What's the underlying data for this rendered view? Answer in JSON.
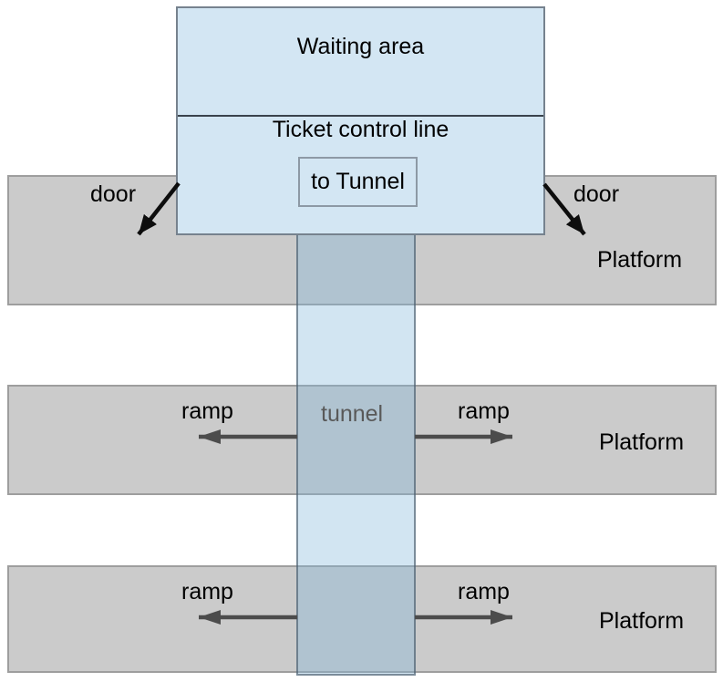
{
  "labels": {
    "waiting_area": "Waiting area",
    "ticket_control_line": "Ticket control line",
    "to_tunnel": "to Tunnel",
    "door_left": "door",
    "door_right": "door",
    "tunnel": "tunnel",
    "ramp_mid_left": "ramp",
    "ramp_mid_right": "ramp",
    "ramp_bottom_left": "ramp",
    "ramp_bottom_right": "ramp",
    "platform_top": "Platform",
    "platform_middle": "Platform",
    "platform_bottom": "Platform"
  },
  "colors": {
    "text": "#000000",
    "waiting_area_fill": "#d3e6f3",
    "waiting_area_border": "#76828e",
    "divider_line": "#3a434c",
    "platform_fill": "#cbcbcb",
    "platform_border": "#9e9e9e",
    "tunnel_overlay": "rgba(125,180,217,0.35)",
    "tunnel_border": "rgba(70,85,100,0.62)",
    "to_tunnel_border": "#8d99a5",
    "door_arrow": "#0d0d0d",
    "ramp_arrow": "#4c4c4c",
    "tunnel_text": "#595959"
  }
}
